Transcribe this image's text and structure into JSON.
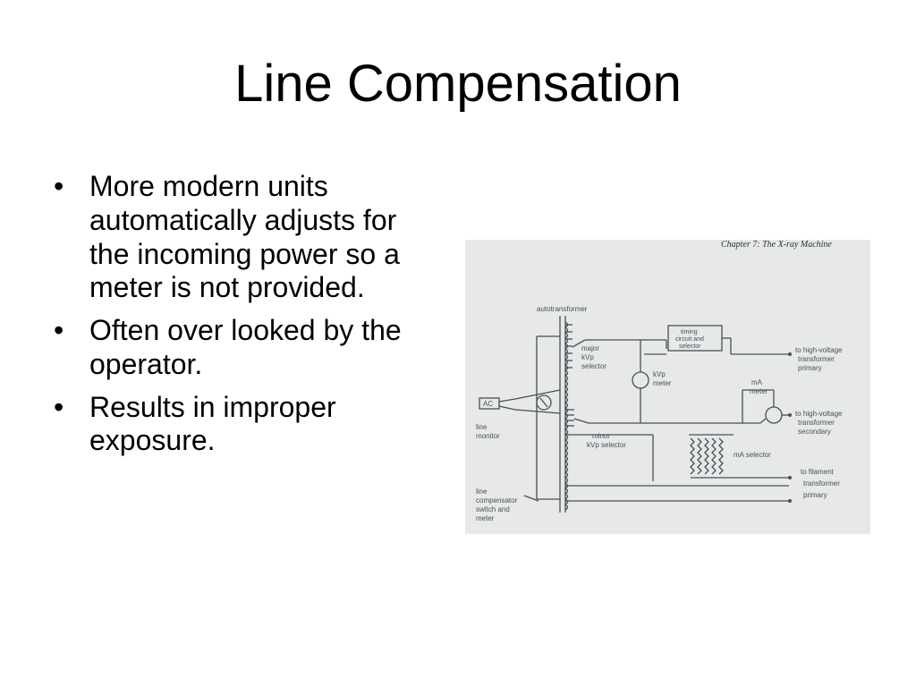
{
  "slide": {
    "title": "Line Compensation",
    "bullets": [
      "More modern units automatically adjusts for the incoming power so a meter is not provided.",
      "Often over looked by the operator.",
      "Results in improper exposure."
    ]
  },
  "diagram": {
    "page_header": "Chapter 7:  The X-ray Machine",
    "labels": {
      "autotransformer": "autotransformer",
      "timing": [
        "timing",
        "circuit and",
        "selector"
      ],
      "major_kvp": [
        "major",
        "kVp",
        "selector"
      ],
      "kvp_meter": [
        "kVp",
        "meter"
      ],
      "hv_primary": [
        "to high-voltage",
        "transformer",
        "primary"
      ],
      "ma_meter": [
        "mA",
        "meter"
      ],
      "hv_secondary": [
        "to high-voltage",
        "transformer",
        "secondary"
      ],
      "plug": "AC",
      "line_monitor": [
        "line",
        "monitor"
      ],
      "minor_kvp": [
        "minor",
        "kVp selector"
      ],
      "ma_selector": "mA selector",
      "filament": [
        "to filament",
        "transformer",
        "primary"
      ],
      "line_comp": [
        "line",
        "compensator",
        "switch and",
        "meter"
      ]
    }
  }
}
